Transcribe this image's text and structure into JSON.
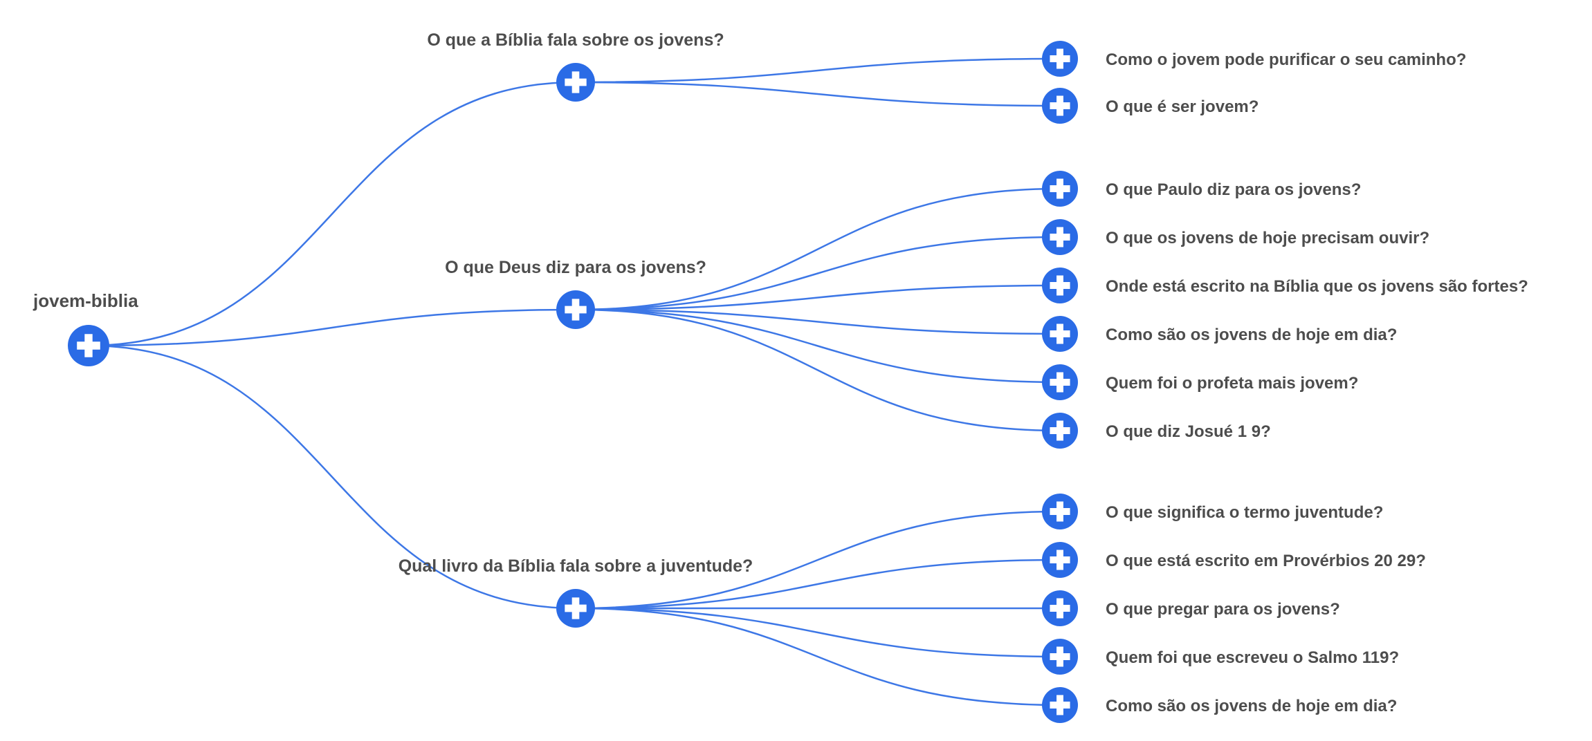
{
  "app": {
    "type": "mindmap",
    "background": "#ffffff"
  },
  "colors": {
    "node_fill": "#2A6BE6",
    "node_plus": "#FFFFFF",
    "link": "#3D77E6",
    "label_text": "#4D4D4D"
  },
  "icons": {
    "node_button": "plus-icon"
  },
  "root": {
    "label": "jovem-biblia"
  },
  "branches": [
    {
      "label": "O que a Bíblia fala sobre os jovens?",
      "children": [
        "Como o jovem pode purificar o seu caminho?",
        "O que é ser jovem?"
      ]
    },
    {
      "label": "O que Deus diz para os jovens?",
      "children": [
        "O que Paulo diz para os jovens?",
        "O que os jovens de hoje precisam ouvir?",
        "Onde está escrito na Bíblia que os jovens são fortes?",
        "Como são os jovens de hoje em dia?",
        "Quem foi o profeta mais jovem?",
        "O que diz Josué 1 9?"
      ]
    },
    {
      "label": "Qual livro da Bíblia fala sobre a juventude?",
      "children": [
        "O que significa o termo juventude?",
        "O que está escrito em Provérbios 20 29?",
        "O que pregar para os jovens?",
        "Quem foi que escreveu o Salmo 119?",
        "Como são os jovens de hoje em dia?"
      ]
    }
  ]
}
